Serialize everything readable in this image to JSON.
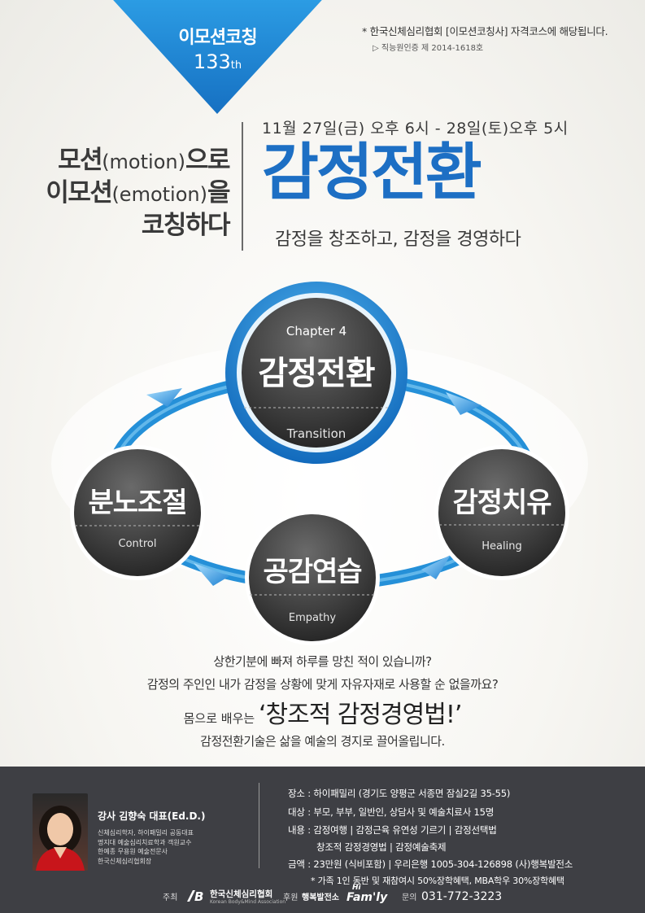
{
  "badge": {
    "title": "이모션코칭",
    "number": "133",
    "suffix": "th"
  },
  "notes": {
    "line1": "* 한국신체심리협회 [이모션코칭사] 자격코스에 해당됩니다.",
    "line2": "▷ 직능원인증 제 2014-1618호"
  },
  "headline": {
    "line1_a": "모션",
    "line1_paren": "(motion)",
    "line1_b": "으로",
    "line2_a": "이모션",
    "line2_paren": "(emotion)",
    "line2_b": "을",
    "line3": "코칭하다"
  },
  "event": {
    "date": "11월 27일(금) 오후 6시 - 28일(토)오후 5시",
    "title": "감정전환",
    "subtitle": "감정을 창조하고, 감정을 경영하다"
  },
  "diagram": {
    "center": {
      "chapter": "Chapter 4",
      "label": "감정전환",
      "sub": "Transition"
    },
    "left": {
      "label": "분노조절",
      "sub": "Control"
    },
    "right": {
      "label": "감정치유",
      "sub": "Healing"
    },
    "bottom": {
      "label": "공감연습",
      "sub": "Empathy"
    }
  },
  "questions": {
    "q1": "상한기분에 빠져 하루를 망친 적이 있습니까?",
    "q2": "감정의 주인인 내가 감정을 상황에 맞게 자유자재로 사용할 순 없을까요?",
    "q3_pre": "몸으로 배우는 ",
    "q3_big": "‘창조적 감정경영법!’",
    "q4": "감정전환기술은 삶을 예술의 경지로 끌어올립니다."
  },
  "instructor": {
    "name": "강사 김향숙 대표(Ed.D.)",
    "lines": [
      "신체심리학자, 하이패밀리 공동대표",
      "명지대 예술심리치료학과 객원교수",
      "한예종 무용원 예술전문사",
      "한국신체심리협회장"
    ]
  },
  "info": {
    "place": "장소 : 하이패밀리 (경기도 양평군 서종면 잠실2길 35-55)",
    "target": "대상 : 부모, 부부, 일반인, 상담사 및 예술치료사 15명",
    "content1": "내용 : 감정여행 | 감정근육 유연성 기르기 |  감정선택법",
    "content2": "창조적 감정경영법 | 감정예술축제",
    "fee": "금액 :  23만원 (식비포함) | 우리은행 1005-304-126898 (사)행복발전소",
    "discount": "* 가족 1인 동반 및 재참여시 50%장학혜택, MBA학우 30%장학혜택"
  },
  "footer": {
    "host_label": "주최",
    "host_org": "한국신체심리협회",
    "host_org_en": "Korean Body&Mind Association",
    "sponsor_label": "후원",
    "sponsor1": "행복발전소",
    "sponsor2_hi": "Hi",
    "sponsor2": "Fam'ly",
    "contact_label": "문의",
    "phone": "031-772-3223"
  },
  "colors": {
    "accent": "#1d6fc4",
    "footer_bg": "#3e3f44",
    "ring": "#2a95dc"
  }
}
